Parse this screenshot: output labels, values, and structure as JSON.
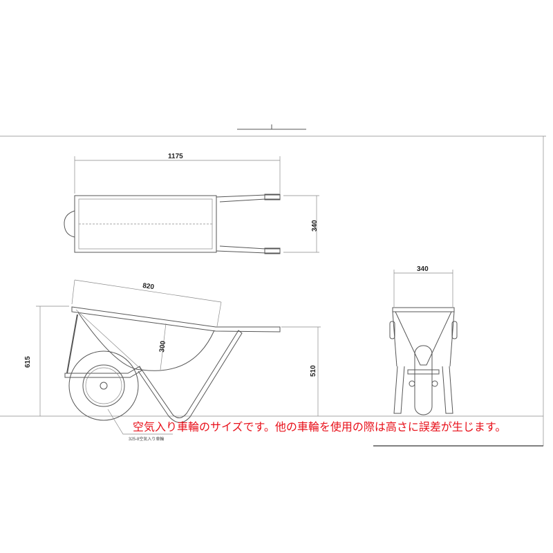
{
  "dimensions": {
    "top_length": "1175",
    "top_width": "340",
    "front_width": "340",
    "tray_length": "820",
    "tray_depth": "300",
    "total_height": "615",
    "handle_height": "510"
  },
  "wheel_label": "325-8空気入り車輪",
  "note": "空気入り車輪のサイズです。他の車輪を使用の際は高さに誤差が生じます。",
  "colors": {
    "note": "#e8101a",
    "lines": "#555555"
  }
}
